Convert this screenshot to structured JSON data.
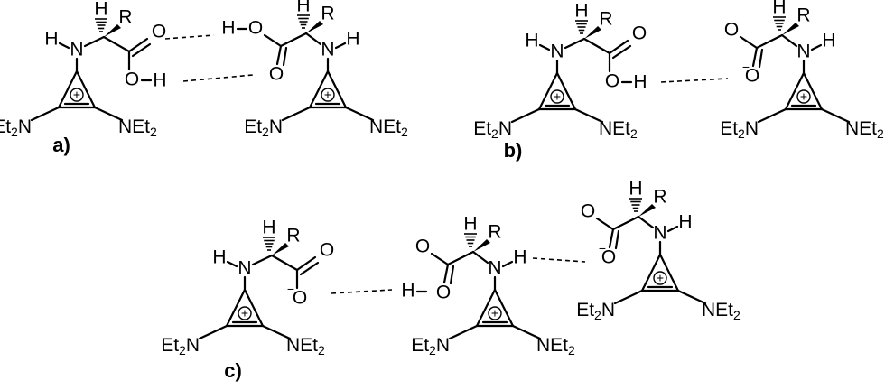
{
  "atoms": {
    "h": "H",
    "r": "R",
    "n": "N",
    "o": "O",
    "net2_main": "NEt",
    "et2_main": "Et",
    "n_suffix": "N",
    "sub2": "2",
    "plus": "+",
    "minus": "−"
  },
  "panels": [
    {
      "label": "a)"
    },
    {
      "label": "b)"
    },
    {
      "label": "c)"
    }
  ]
}
